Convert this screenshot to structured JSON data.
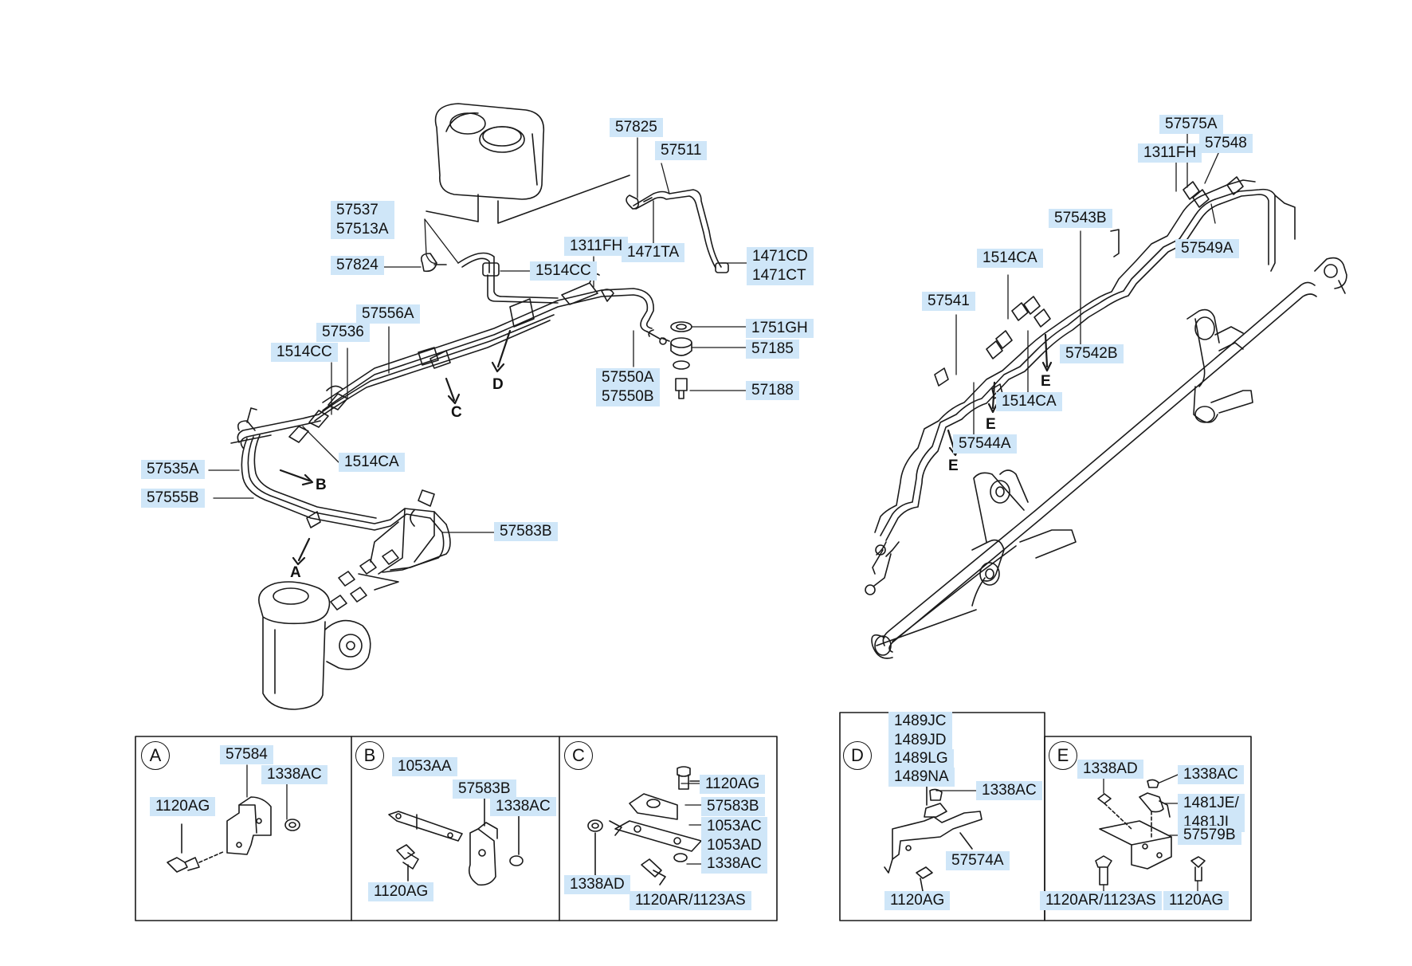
{
  "labels": {
    "l57825": "57825",
    "l57511": "57511",
    "l57537": "57537",
    "l57513A": "57513A",
    "l57824": "57824",
    "l1471TA": "1471TA",
    "l1471CD": "1471CD",
    "l1471CT": "1471CT",
    "l1311FH_l": "1311FH",
    "l1514CC_a": "1514CC",
    "l57556A": "57556A",
    "l57536": "57536",
    "l1514CC_b": "1514CC",
    "l1751GH": "1751GH",
    "l57185": "57185",
    "l57550A": "57550A",
    "l57550B": "57550B",
    "l57188": "57188",
    "l1514CA_l": "1514CA",
    "l57535A": "57535A",
    "l57555B": "57555B",
    "l57583B_main": "57583B",
    "l57575A": "57575A",
    "l1311FH_r": "1311FH",
    "l57548": "57548",
    "l57543B": "57543B",
    "l57549A": "57549A",
    "l1514CA_r1": "1514CA",
    "l57541": "57541",
    "l57542B": "57542B",
    "l1514CA_r2": "1514CA",
    "l57544A": "57544A",
    "pA_57584": "57584",
    "pA_1338AC": "1338AC",
    "pA_1120AG": "1120AG",
    "pB_1053AA": "1053AA",
    "pB_57583B": "57583B",
    "pB_1338AC": "1338AC",
    "pB_1120AG": "1120AG",
    "pC_1120AG": "1120AG",
    "pC_57583B": "57583B",
    "pC_1053AC": "1053AC",
    "pC_1053AD": "1053AD",
    "pC_1338AC": "1338AC",
    "pC_1338AD": "1338AD",
    "pC_1120AR": "1120AR/1123AS",
    "pD_1489JC": "1489JC",
    "pD_1489JD": "1489JD",
    "pD_1489LG": "1489LG",
    "pD_1489NA": "1489NA",
    "pD_1338AC": "1338AC",
    "pD_57574A": "57574A",
    "pD_1120AG": "1120AG",
    "pE_1338AD": "1338AD",
    "pE_1338AC": "1338AC",
    "pE_1481JE": "1481JE/",
    "pE_1481JI": "1481JI",
    "pE_57579B": "57579B",
    "pE_1120AR": "1120AR/1123AS",
    "pE_1120AG": "1120AG"
  },
  "markers": {
    "A": "A",
    "B": "B",
    "C": "C",
    "D": "D",
    "E1": "E",
    "E2": "E",
    "E3": "E"
  },
  "panels": {
    "A": "A",
    "B": "B",
    "C": "C",
    "D": "D",
    "E": "E"
  },
  "colors": {
    "label_bg": "#cfe6f8",
    "line": "#1a1a1a"
  }
}
